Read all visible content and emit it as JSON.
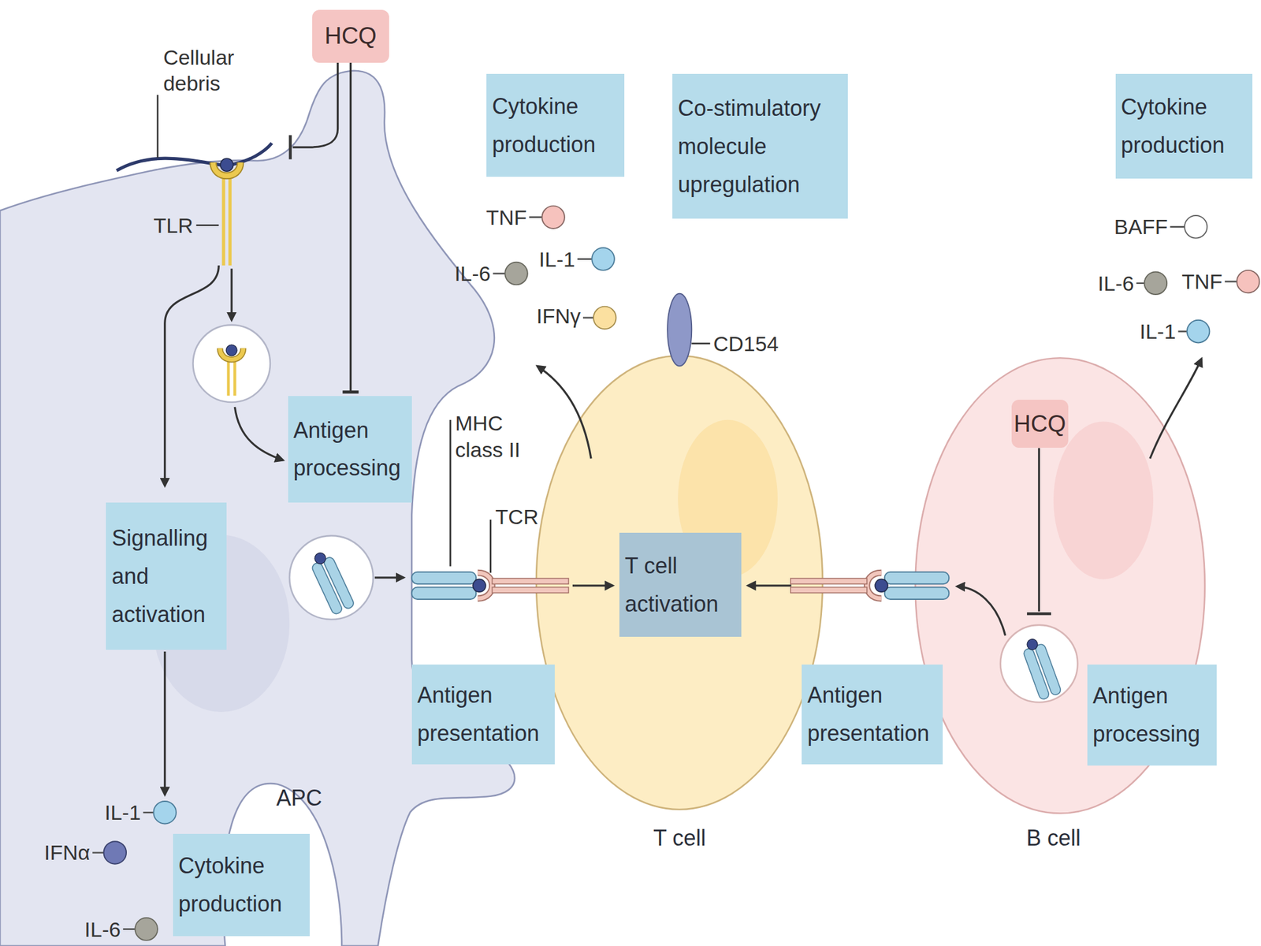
{
  "diagram": {
    "nodes": [
      {
        "text": [
          "HCQ"
        ]
      },
      {
        "text": [
          "Cytokine production"
        ]
      },
      {
        "text": [
          "Co-stimulatory molecule upregulation"
        ]
      },
      {
        "text": [
          "Cytokine production"
        ]
      },
      {
        "text": [
          "APC"
        ]
      },
      {
        "text": [
          "Antigen processing"
        ],
        "in": 4
      },
      {
        "text": [
          "Signalling and activation"
        ],
        "in": 4
      },
      {
        "text": [
          "Cytokine production"
        ],
        "in": 4
      },
      {
        "text": [
          "T cell"
        ]
      },
      {
        "text": [
          "T cell activation"
        ],
        "in": 8
      },
      {
        "text": [
          "Antigen presentation"
        ]
      },
      {
        "text": [
          "B cell"
        ]
      },
      {
        "text": [
          "HCQ"
        ],
        "in": 11
      },
      {
        "text": [
          "Antigen presentation"
        ]
      },
      {
        "text": [
          "Antigen processing"
        ],
        "in": 11
      }
    ],
    "edges": [
      {
        "from": 0,
        "to": 5,
        "arrow": "to"
      }
    ],
    "labels": [
      "Cellular debris",
      "TLR",
      "TNF",
      "IL-1",
      "IL-6",
      "IFNγ",
      "CD154",
      "BAFF",
      "IL-6",
      "TNF",
      "IL-1",
      "MHC class II",
      "TCR",
      "IL-1",
      "IFNα",
      "IL-6"
    ]
  }
}
